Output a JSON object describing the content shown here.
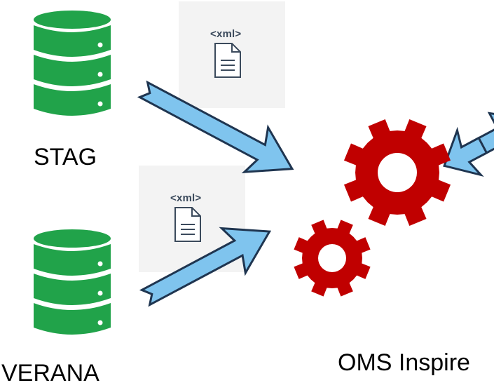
{
  "sources": [
    {
      "label": "STAG",
      "icon": "database-icon",
      "color": "#21a34a"
    },
    {
      "label": "VERANA",
      "icon": "database-icon",
      "color": "#21a34a"
    }
  ],
  "files": [
    {
      "tag": "<xml>",
      "icon": "document-icon"
    },
    {
      "tag": "<xml>",
      "icon": "document-icon"
    }
  ],
  "processor": {
    "label": "OMS Inspire",
    "icon": "gear-icon",
    "color": "#c00000"
  },
  "arrow_color": "#7fc4ee"
}
